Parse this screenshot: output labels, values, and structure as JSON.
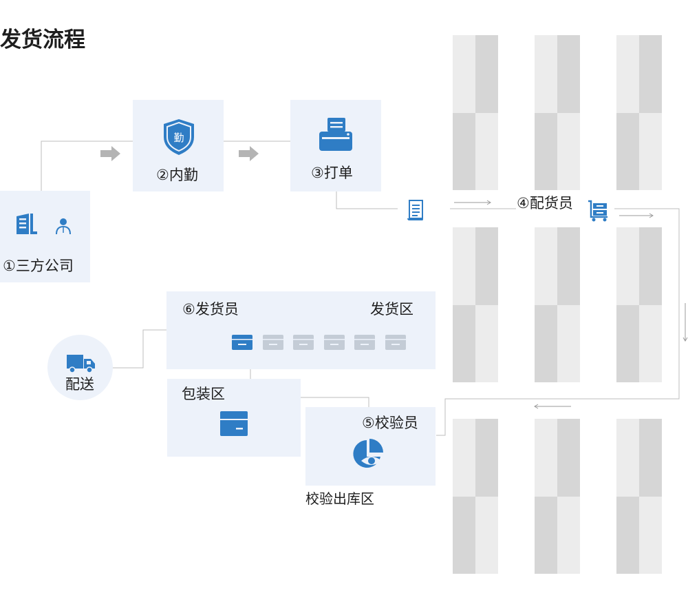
{
  "title": "发货流程",
  "nodes": {
    "third_party": "①三方公司",
    "office": "②内勤",
    "office_badge": "勤",
    "print": "③打单",
    "picker": "④配货员",
    "checker": "⑤校验员",
    "shipper": "⑥发货员",
    "shipping_area": "发货区",
    "packing_area": "包装区",
    "check_area": "校验出库区",
    "delivery": "配送"
  },
  "colors": {
    "accent": "#2f7dc5",
    "panel": "#edf2fa",
    "rack_light": "#ececec",
    "rack_dark": "#d6d6d6",
    "line": "#bcbcbc",
    "arrow": "#b4b4b4",
    "slot_inactive": "#c4ccd6"
  },
  "icons": {
    "third_party": "building-person-icon",
    "office": "shield-icon",
    "print": "printer-icon",
    "order": "order-slip-icon",
    "picker": "cart-icon",
    "checker": "eye-pie-icon",
    "packing": "box-icon",
    "delivery": "truck-icon",
    "slot": "box-slot-icon"
  }
}
